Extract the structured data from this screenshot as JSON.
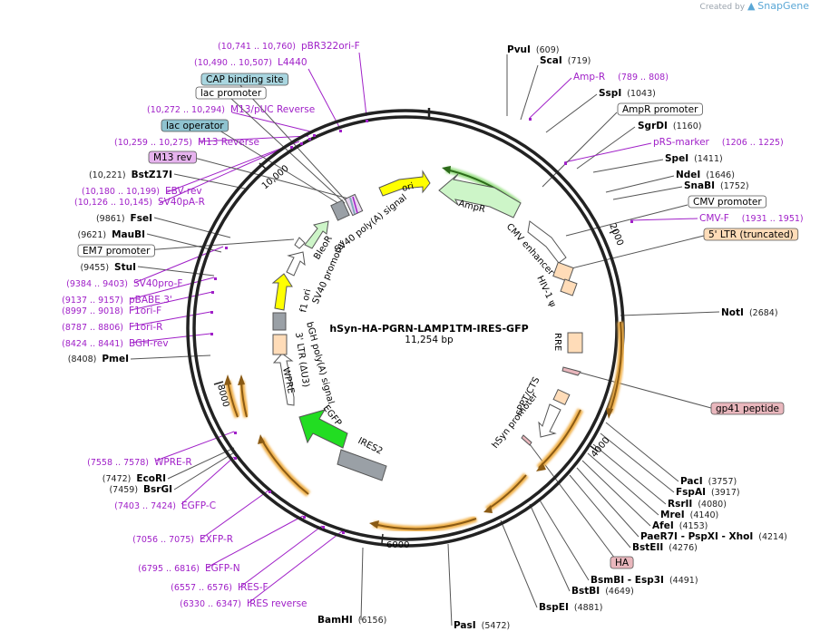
{
  "app": {
    "credit_prefix": "Created by",
    "brand": "SnapGene"
  },
  "plasmid": {
    "name": "hSyn-HA-PGRN-LAMP1TM-IRES-GFP",
    "size_label": "11,254 bp",
    "length": 11254
  },
  "ticks": [
    "2000",
    "4000",
    "6000",
    "8000",
    "10,000"
  ],
  "sites": [
    {
      "name": "PvuI",
      "coord": "(609)"
    },
    {
      "name": "ScaI",
      "coord": "(719)"
    },
    {
      "name": "SspI",
      "coord": "(1043)"
    },
    {
      "name": "SgrDI",
      "coord": "(1160)"
    },
    {
      "name": "SpeI",
      "coord": "(1411)"
    },
    {
      "name": "NdeI",
      "coord": "(1646)"
    },
    {
      "name": "SnaBI",
      "coord": "(1752)"
    },
    {
      "name": "NotI",
      "coord": "(2684)"
    },
    {
      "name": "PacI",
      "coord": "(3757)"
    },
    {
      "name": "FspAI",
      "coord": "(3917)"
    },
    {
      "name": "RsrII",
      "coord": "(4080)"
    },
    {
      "name": "MreI",
      "coord": "(4140)"
    },
    {
      "name": "AfeI",
      "coord": "(4153)"
    },
    {
      "name": "PaeR7I - PspXI - XhoI",
      "coord": "(4214)"
    },
    {
      "name": "BstEII",
      "coord": "(4276)"
    },
    {
      "name": "BsmBI - Esp3I",
      "coord": "(4491)"
    },
    {
      "name": "BstBI",
      "coord": "(4649)"
    },
    {
      "name": "BspEI",
      "coord": "(4881)"
    },
    {
      "name": "PasI",
      "coord": "(5472)"
    },
    {
      "name": "BamHI",
      "coord": "(6156)"
    },
    {
      "name": "EcoRI",
      "coord": "(7472)"
    },
    {
      "name": "BsrGI",
      "coord": "(7459)"
    },
    {
      "name": "PmeI",
      "coord": "(8408)"
    },
    {
      "name": "StuI",
      "coord": "(9455)"
    },
    {
      "name": "MauBI",
      "coord": "(9621)"
    },
    {
      "name": "FseI",
      "coord": "(9861)"
    },
    {
      "name": "BstZ17I",
      "coord": "(10,221)"
    }
  ],
  "primers": [
    {
      "name": "pBR322ori-F",
      "coord": "(10,741 .. 10,760)"
    },
    {
      "name": "L4440",
      "coord": "(10,490 .. 10,507)"
    },
    {
      "name": "M13/pUC Reverse",
      "coord": "(10,272 .. 10,294)"
    },
    {
      "name": "M13 Reverse",
      "coord": "(10,259 .. 10,275)"
    },
    {
      "name": "EBV-rev",
      "coord": "(10,180 .. 10,199)"
    },
    {
      "name": "SV40pA-R",
      "coord": "(10,126 .. 10,145)"
    },
    {
      "name": "SV40pro-F",
      "coord": "(9384 .. 9403)"
    },
    {
      "name": "pBABE 3'",
      "coord": "(9137 .. 9157)"
    },
    {
      "name": "F1ori-F",
      "coord": "(8997 .. 9018)"
    },
    {
      "name": "F1ori-R",
      "coord": "(8787 .. 8806)"
    },
    {
      "name": "BGH-rev",
      "coord": "(8424 .. 8441)"
    },
    {
      "name": "WPRE-R",
      "coord": "(7558 .. 7578)"
    },
    {
      "name": "EGFP-C",
      "coord": "(7403 .. 7424)"
    },
    {
      "name": "EXFP-R",
      "coord": "(7056 .. 7075)"
    },
    {
      "name": "EGFP-N",
      "coord": "(6795 .. 6816)"
    },
    {
      "name": "IRES-F",
      "coord": "(6557 .. 6576)"
    },
    {
      "name": "IRES reverse",
      "coord": "(6330 .. 6347)"
    },
    {
      "name": "Amp-R",
      "coord": "(789 .. 808)"
    },
    {
      "name": "pRS-marker",
      "coord": "(1206 .. 1225)"
    },
    {
      "name": "CMV-F",
      "coord": "(1931 .. 1951)"
    }
  ],
  "boxed_labels": [
    {
      "text": "CAP binding site",
      "fill": "#a9d6e0"
    },
    {
      "text": "lac promoter",
      "fill": "#ffffff"
    },
    {
      "text": "lac operator",
      "fill": "#8fc3d0"
    },
    {
      "text": "M13 rev",
      "fill": "#e6b3ee"
    },
    {
      "text": "EM7 promoter",
      "fill": "#ffffff"
    },
    {
      "text": "AmpR promoter",
      "fill": "#ffffff"
    },
    {
      "text": "CMV promoter",
      "fill": "#ffffff"
    },
    {
      "text": "5' LTR (truncated)",
      "fill": "#ffdcb8"
    },
    {
      "text": "gp41 peptide",
      "fill": "#e9b7bd"
    },
    {
      "text": "HA",
      "fill": "#e9b7bd"
    }
  ],
  "features": [
    "ori",
    "AmpR",
    "CMV enhancer",
    "HIV-1 ψ",
    "RRE",
    "cPPT/CTS",
    "hSyn promoter",
    "IRES2",
    "EGFP",
    "WPRE",
    "3' LTR (ΔU3)",
    "bGH poly(A) signal",
    "f1 ori",
    "SV40 promoter",
    "BleoR",
    "SV40 poly(A) signal"
  ],
  "colors": {
    "backbone": "#222222",
    "primer": "#a020c8",
    "orf_orange": "#f0b04a",
    "ori_yellow": "#ffff00",
    "ampr_green": "#cdf5c8",
    "egfp_green": "#22dd22",
    "ires_gray": "#9aa0a6",
    "ltr_peach": "#ffdcb8"
  }
}
